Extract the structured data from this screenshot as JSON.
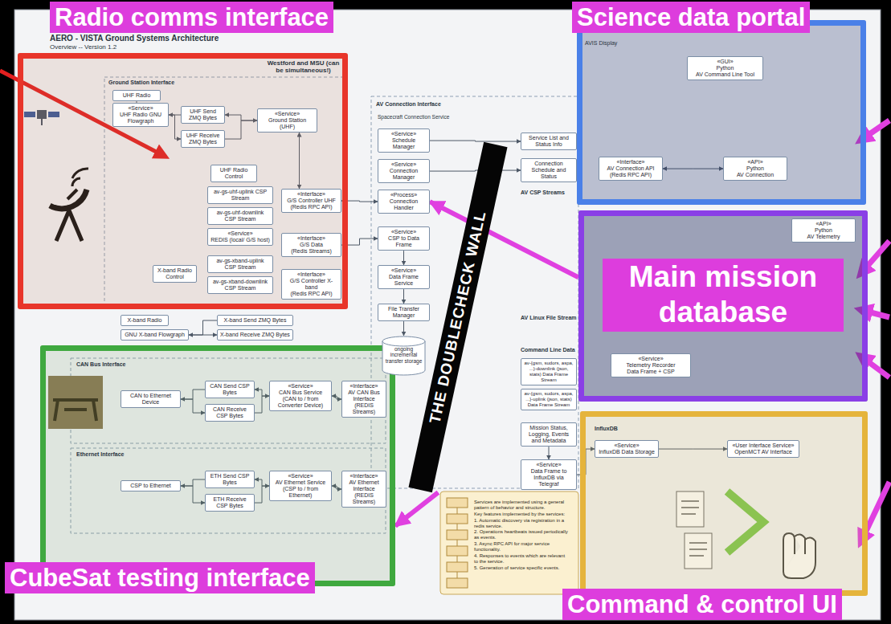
{
  "diagram": {
    "nodes": [
      {
        "text": [
          "Radio comms interface"
        ]
      },
      {
        "text": [
          "Science data portal"
        ]
      },
      {
        "text": [
          "Main mission database"
        ]
      },
      {
        "text": [
          "CubeSat testing interface"
        ]
      },
      {
        "text": [
          "Command & control UI"
        ]
      },
      {
        "text": [
          "THE DOUBLECHECK WALL"
        ]
      },
      {
        "text": [
          "UHF Radio"
        ],
        "in": 0
      },
      {
        "text": [
          "«Service»",
          "UHF Radio GNU Flowgraph"
        ],
        "in": 0
      },
      {
        "text": [
          "UHF Send ZMQ Bytes"
        ],
        "in": 0
      },
      {
        "text": [
          "UHF Receive ZMQ Bytes"
        ],
        "in": 0
      },
      {
        "text": [
          "«Service»",
          "Ground Station (UHF)"
        ],
        "in": 0
      },
      {
        "text": [
          "UHF Radio Control"
        ],
        "in": 0
      },
      {
        "text": [
          "«Interface»",
          "G/S Controller UHF",
          "(Redis RPC API)"
        ],
        "in": 0
      },
      {
        "text": [
          "av-gs-uhf-uplink CSP Stream"
        ],
        "in": 0
      },
      {
        "text": [
          "av-gs-uhf-downlink CSP Stream"
        ],
        "in": 0
      },
      {
        "text": [
          "«Service»",
          "REDIS (local/ G/S host)"
        ],
        "in": 0
      },
      {
        "text": [
          "av-gs-xband-uplink CSP Stream"
        ],
        "in": 0
      },
      {
        "text": [
          "av-gs-xband-downlink CSP Stream"
        ],
        "in": 0
      },
      {
        "text": [
          "«Interface»",
          "G/S Data",
          "(Redis Streams)"
        ],
        "in": 0
      },
      {
        "text": [
          "X-band Radio Control"
        ],
        "in": 0
      },
      {
        "text": [
          "«Interface»",
          "G/S Controller X-band",
          "(Redis RPC API)"
        ],
        "in": 0
      },
      {
        "text": [
          "X-band Radio"
        ]
      },
      {
        "text": [
          "GNU X-band Flowgraph"
        ]
      },
      {
        "text": [
          "X-band Send ZMQ Bytes"
        ]
      },
      {
        "text": [
          "X-band Receive ZMQ Bytes"
        ]
      },
      {
        "text": [
          "CAN to Ethernet Device"
        ],
        "in": 3
      },
      {
        "text": [
          "CAN Send CSP Bytes"
        ],
        "in": 3
      },
      {
        "text": [
          "CAN Receive CSP Bytes"
        ],
        "in": 3
      },
      {
        "text": [
          "«Service»",
          "CAN Bus Service (CAN to / from Converter Device)"
        ],
        "in": 3
      },
      {
        "text": [
          "«Interface»",
          "AV CAN Bus Interface",
          "(REDIS Streams)"
        ],
        "in": 3
      },
      {
        "text": [
          "CSP to Ethernet"
        ],
        "in": 3
      },
      {
        "text": [
          "ETH Send CSP Bytes"
        ],
        "in": 3
      },
      {
        "text": [
          "ETH Receive CSP Bytes"
        ],
        "in": 3
      },
      {
        "text": [
          "«Service»",
          "AV Ethernet Service (CSP to / from Ethernet)"
        ],
        "in": 3
      },
      {
        "text": [
          "«Interface»",
          "AV Ethernet Interface",
          "(REDIS Streams)"
        ],
        "in": 3
      },
      {
        "text": [
          "«Service»",
          "Schedule Manager"
        ]
      },
      {
        "text": [
          "«Service»",
          "Connection Manager"
        ]
      },
      {
        "text": [
          "«Process»",
          "Connection Handler"
        ]
      },
      {
        "text": [
          "«Service»",
          "CSP to Data Frame"
        ]
      },
      {
        "text": [
          "«Service»",
          "Data Frame Service"
        ]
      },
      {
        "text": [
          "File Transfer Manager"
        ]
      },
      {
        "text": [
          "ongoing incremental transfer storage"
        ]
      },
      {
        "text": [
          "Service List and Status Info"
        ]
      },
      {
        "text": [
          "Connection Schedule and Status"
        ]
      },
      {
        "text": [
          "Mission Status, Logging, Events and Metadata"
        ]
      },
      {
        "text": [
          "«Service»",
          "Data Frame to InfluxDB via Telegraf"
        ]
      },
      {
        "text": [
          "«Service»",
          "InfluxDB Data Storage"
        ],
        "in": 4
      },
      {
        "text": [
          "«User Interface Service»",
          "OpenMCT AV Interface"
        ],
        "in": 4
      },
      {
        "text": [
          "Services are implemented using a general pattern of behavior and structure.",
          "Key features implemented by the services:",
          "1. Automatic discovery via registration in a redis service.",
          "2. Operations heartbeats issued periodically as events.",
          "3. Async RPC API for major service functionality.",
          "4. Responses to events which are relevant to the service.",
          "5. Generation of service specific events."
        ]
      },
      {
        "text": [
          "«Interface»",
          "AV Connection API",
          "(Redis RPC API)"
        ],
        "in": 1
      },
      {
        "text": [
          "«API»",
          "Python",
          "AV Connection"
        ],
        "in": 1
      },
      {
        "text": [
          "«GUI»",
          "Python",
          "AV Command Line Tool"
        ],
        "in": 1
      },
      {
        "text": [
          "«API»",
          "Python",
          "AV Telemetry"
        ],
        "in": 2
      },
      {
        "text": [
          "«Service»",
          "Telemetry Recorder",
          "Data Frame + CSP"
        ],
        "in": 2
      },
      {
        "text": [
          "av-{gsm, sudors, aspa, ...}-downlink (json, stats) Data Frame Stream"
        ]
      },
      {
        "text": [
          "av-{gsm, sudors, aspa, ...}-uplink (json, stats) Data Frame Stream"
        ]
      }
    ],
    "edges": [
      {
        "from": 6,
        "to": 7,
        "arrow": "none"
      },
      {
        "from": 8,
        "to": 7,
        "arrow": "to"
      },
      {
        "from": 7,
        "to": 9,
        "arrow": "to"
      },
      {
        "from": 10,
        "to": 8,
        "arrow": "to"
      },
      {
        "from": 9,
        "to": 10,
        "arrow": "to"
      },
      {
        "from": 10,
        "to": 12,
        "arrow": "both"
      },
      {
        "from": 12,
        "to": 37,
        "arrow": "both"
      },
      {
        "from": 18,
        "to": 38,
        "arrow": "to"
      },
      {
        "from": 23,
        "to": 22,
        "arrow": "to"
      },
      {
        "from": 22,
        "to": 24,
        "arrow": "to"
      },
      {
        "from": 28,
        "to": 26,
        "arrow": "to"
      },
      {
        "from": 26,
        "to": 25,
        "arrow": "to"
      },
      {
        "from": 25,
        "to": 27,
        "arrow": "to"
      },
      {
        "from": 27,
        "to": 28,
        "arrow": "to"
      },
      {
        "from": 28,
        "to": 29,
        "arrow": "both"
      },
      {
        "from": 33,
        "to": 31,
        "arrow": "to"
      },
      {
        "from": 31,
        "to": 30,
        "arrow": "to"
      },
      {
        "from": 30,
        "to": 32,
        "arrow": "to"
      },
      {
        "from": 32,
        "to": 33,
        "arrow": "to"
      },
      {
        "from": 33,
        "to": 34,
        "arrow": "both"
      },
      {
        "from": 35,
        "to": 42,
        "arrow": "to"
      },
      {
        "from": 36,
        "to": 43,
        "arrow": "to"
      },
      {
        "from": 38,
        "to": 39,
        "arrow": "to"
      },
      {
        "from": 39,
        "to": 40,
        "arrow": "to"
      },
      {
        "from": 40,
        "to": 41,
        "arrow": "to"
      },
      {
        "from": 44,
        "to": 45,
        "arrow": "to"
      },
      {
        "from": 45,
        "to": 46,
        "arrow": "to"
      },
      {
        "from": 46,
        "to": 47,
        "arrow": "to"
      },
      {
        "from": 49,
        "to": 50,
        "arrow": "both"
      },
      {
        "from": 2,
        "to": 37,
        "arrow": "to"
      },
      {
        "from": 5,
        "to": 3,
        "arrow": "to"
      }
    ],
    "labels": [
      "AERO - VISTA Ground Systems Architecture",
      "Overview -- Version 1.2",
      "Westford and MSU (can be simultaneous!)",
      "Ground Station Interface",
      "CAN Bus Interface",
      "Ethernet Interface",
      "AV Connection Interface",
      "Spacecraft Connection Service",
      "AV CSP Streams",
      "AV Linux File Stream",
      "Command Line Data",
      "InfluxDB",
      "AVIS Display"
    ]
  }
}
